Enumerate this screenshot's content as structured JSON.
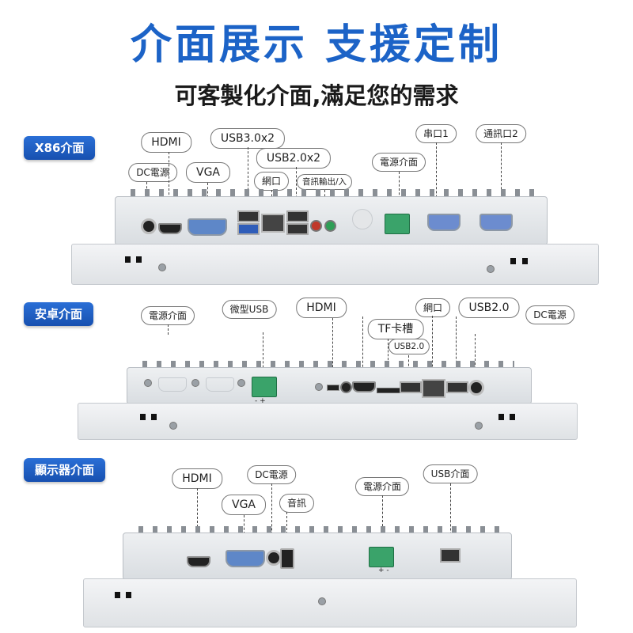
{
  "header": {
    "title": "介面展示 支援定制",
    "subtitle": "可客製化介面,滿足您的需求"
  },
  "x86": {
    "tag": "X86介面",
    "labels": {
      "dc": "DC電源",
      "hdmi": "HDMI",
      "vga": "VGA",
      "usb3": "USB3.0x2",
      "lan": "網口",
      "usb2": "USB2.0x2",
      "audio": "音訊輸出/入",
      "power": "電源介面",
      "com1": "串口1",
      "com2": "通訊口2"
    }
  },
  "android": {
    "tag": "安卓介面",
    "labels": {
      "power": "電源介面",
      "micro_usb": "微型USB",
      "hdmi": "HDMI",
      "tf": "TF卡槽",
      "usb2_small": "USB2.0",
      "lan": "網口",
      "usb2": "USB2.0",
      "dc": "DC電源"
    },
    "polarity": "- +"
  },
  "display": {
    "tag": "顯示器介面",
    "labels": {
      "hdmi": "HDMI",
      "vga": "VGA",
      "dc": "DC電源",
      "audio": "音訊",
      "power": "電源介面",
      "usb": "USB介面"
    },
    "polarity": "+ -"
  }
}
